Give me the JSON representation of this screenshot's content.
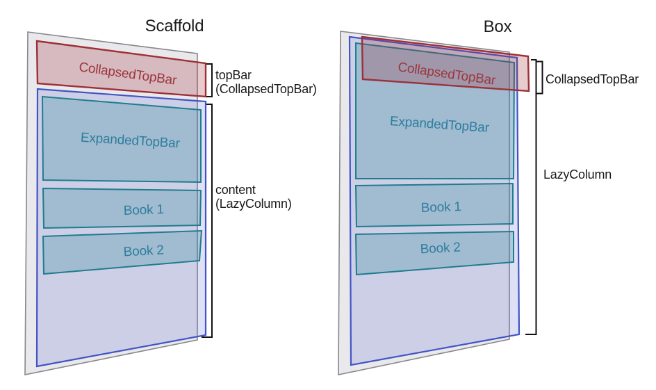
{
  "diagram": {
    "left": {
      "title": "Scaffold",
      "boxes": {
        "collapsed_top_bar": "CollapsedTopBar",
        "expanded_top_bar": "ExpandedTopBar",
        "book_1": "Book 1",
        "book_2": "Book 2"
      },
      "annotations": {
        "top_bar": {
          "line1": "topBar",
          "line2": "(CollapsedTopBar)"
        },
        "content": {
          "line1": "content",
          "line2": "(LazyColumn)"
        }
      }
    },
    "right": {
      "title": "Box",
      "boxes": {
        "collapsed_top_bar": "CollapsedTopBar",
        "expanded_top_bar": "ExpandedTopBar",
        "book_1": "Book 1",
        "book_2": "Book 2"
      },
      "annotations": {
        "collapsed_top_bar": "CollapsedTopBar",
        "lazy_column": "LazyColumn"
      }
    },
    "colors": {
      "background": "#ffffff",
      "device_fill": "#e9e9ec",
      "device_stroke": "#87878c",
      "red_stroke": "#9d3038",
      "red_fill": "rgba(158,48,56,0.25)",
      "red_text": "#9d353e",
      "blue_stroke": "#4254c5",
      "blue_fill": "rgba(104,116,208,0.22)",
      "teal_stroke": "#1e7d8e",
      "teal_fill": "rgba(31,126,143,0.25)",
      "teal_text": "#2e7e9e",
      "annotation_text": "#1a1a1c",
      "bracket_stroke": "#111113"
    }
  }
}
